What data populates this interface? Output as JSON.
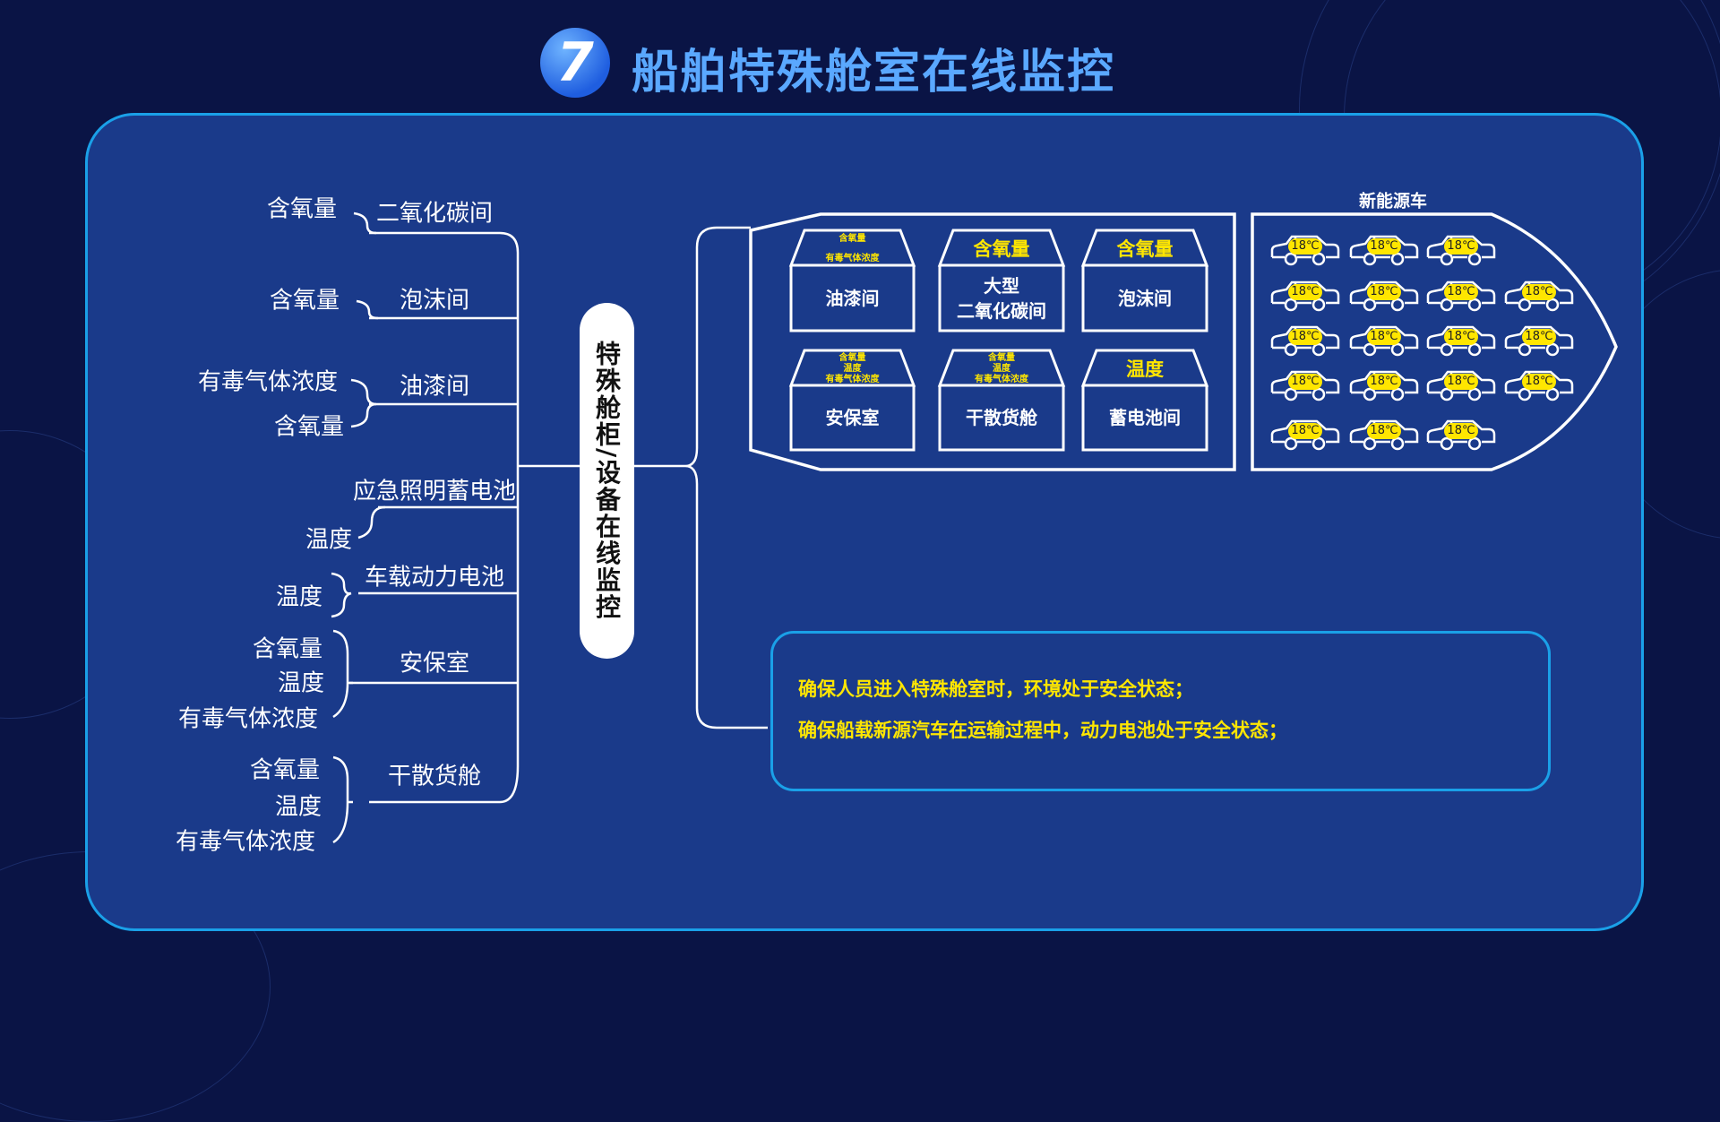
{
  "header": {
    "badge_number": "7",
    "title": "船舶特殊舱室在线监控"
  },
  "center_node": "特殊舱柜/设备在线监控",
  "branches": [
    {
      "name": "二氧化碳间",
      "params": [
        "含氧量"
      ]
    },
    {
      "name": "泡沫间",
      "params": [
        "含氧量"
      ]
    },
    {
      "name": "油漆间",
      "params": [
        "有毒气体浓度",
        "含氧量"
      ]
    },
    {
      "name": "应急照明蓄电池",
      "params": [
        "温度"
      ]
    },
    {
      "name": "车载动力电池",
      "params": [
        "温度"
      ]
    },
    {
      "name": "安保室",
      "params": [
        "含氧量",
        "温度",
        "有毒气体浓度"
      ]
    },
    {
      "name": "干散货舱",
      "params": [
        "含氧量",
        "温度",
        "有毒气体浓度"
      ]
    }
  ],
  "rooms": [
    {
      "name": "油漆间",
      "params": [
        "含氧量",
        "有毒气体浓度"
      ]
    },
    {
      "name": "大型\n二氧化碳间",
      "name_lines": [
        "大型",
        "二氧化碳间"
      ],
      "params": [
        "含氧量"
      ]
    },
    {
      "name": "泡沫间",
      "params": [
        "含氧量"
      ]
    },
    {
      "name": "安保室",
      "params": [
        "含氧量",
        "温度",
        "有毒气体浓度"
      ]
    },
    {
      "name": "干散货舱",
      "params": [
        "含氧量",
        "温度",
        "有毒气体浓度"
      ]
    },
    {
      "name": "蓄电池间",
      "params": [
        "温度"
      ]
    }
  ],
  "ev_section": {
    "label": "新能源车",
    "rows": [
      3,
      4,
      4,
      4,
      3
    ],
    "temperature": "18℃"
  },
  "info": {
    "lines": [
      "确保人员进入特殊舱室时，环境处于安全状态；",
      "确保船载新源汽车在运输过程中，动力电池处于安全状态；"
    ]
  },
  "colors": {
    "background": "#0a1445",
    "panel": "#1a3a8a",
    "border": "#1aa0e8",
    "highlight": "#ffe600",
    "title": "#5aa8ff"
  }
}
